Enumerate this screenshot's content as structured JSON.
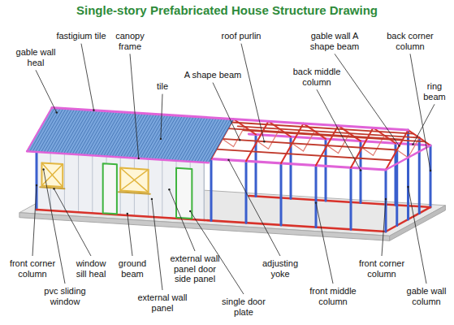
{
  "diagram": {
    "title": "Single-story Prefabricated House Structure Drawing",
    "labels": [
      "fastigium tile",
      "canopy frame",
      "roof purlin",
      "gable wall A shape beam",
      "back corner column",
      "gable wall heal",
      "tile",
      "A shape beam",
      "back middle column",
      "ring beam",
      "front corner column",
      "window sill heal",
      "ground beam",
      "external wall panel door side panel",
      "adjusting yoke",
      "front corner column",
      "gable wall column",
      "pvc sliding window",
      "external wall panel",
      "single door plate",
      "front middle column"
    ]
  }
}
